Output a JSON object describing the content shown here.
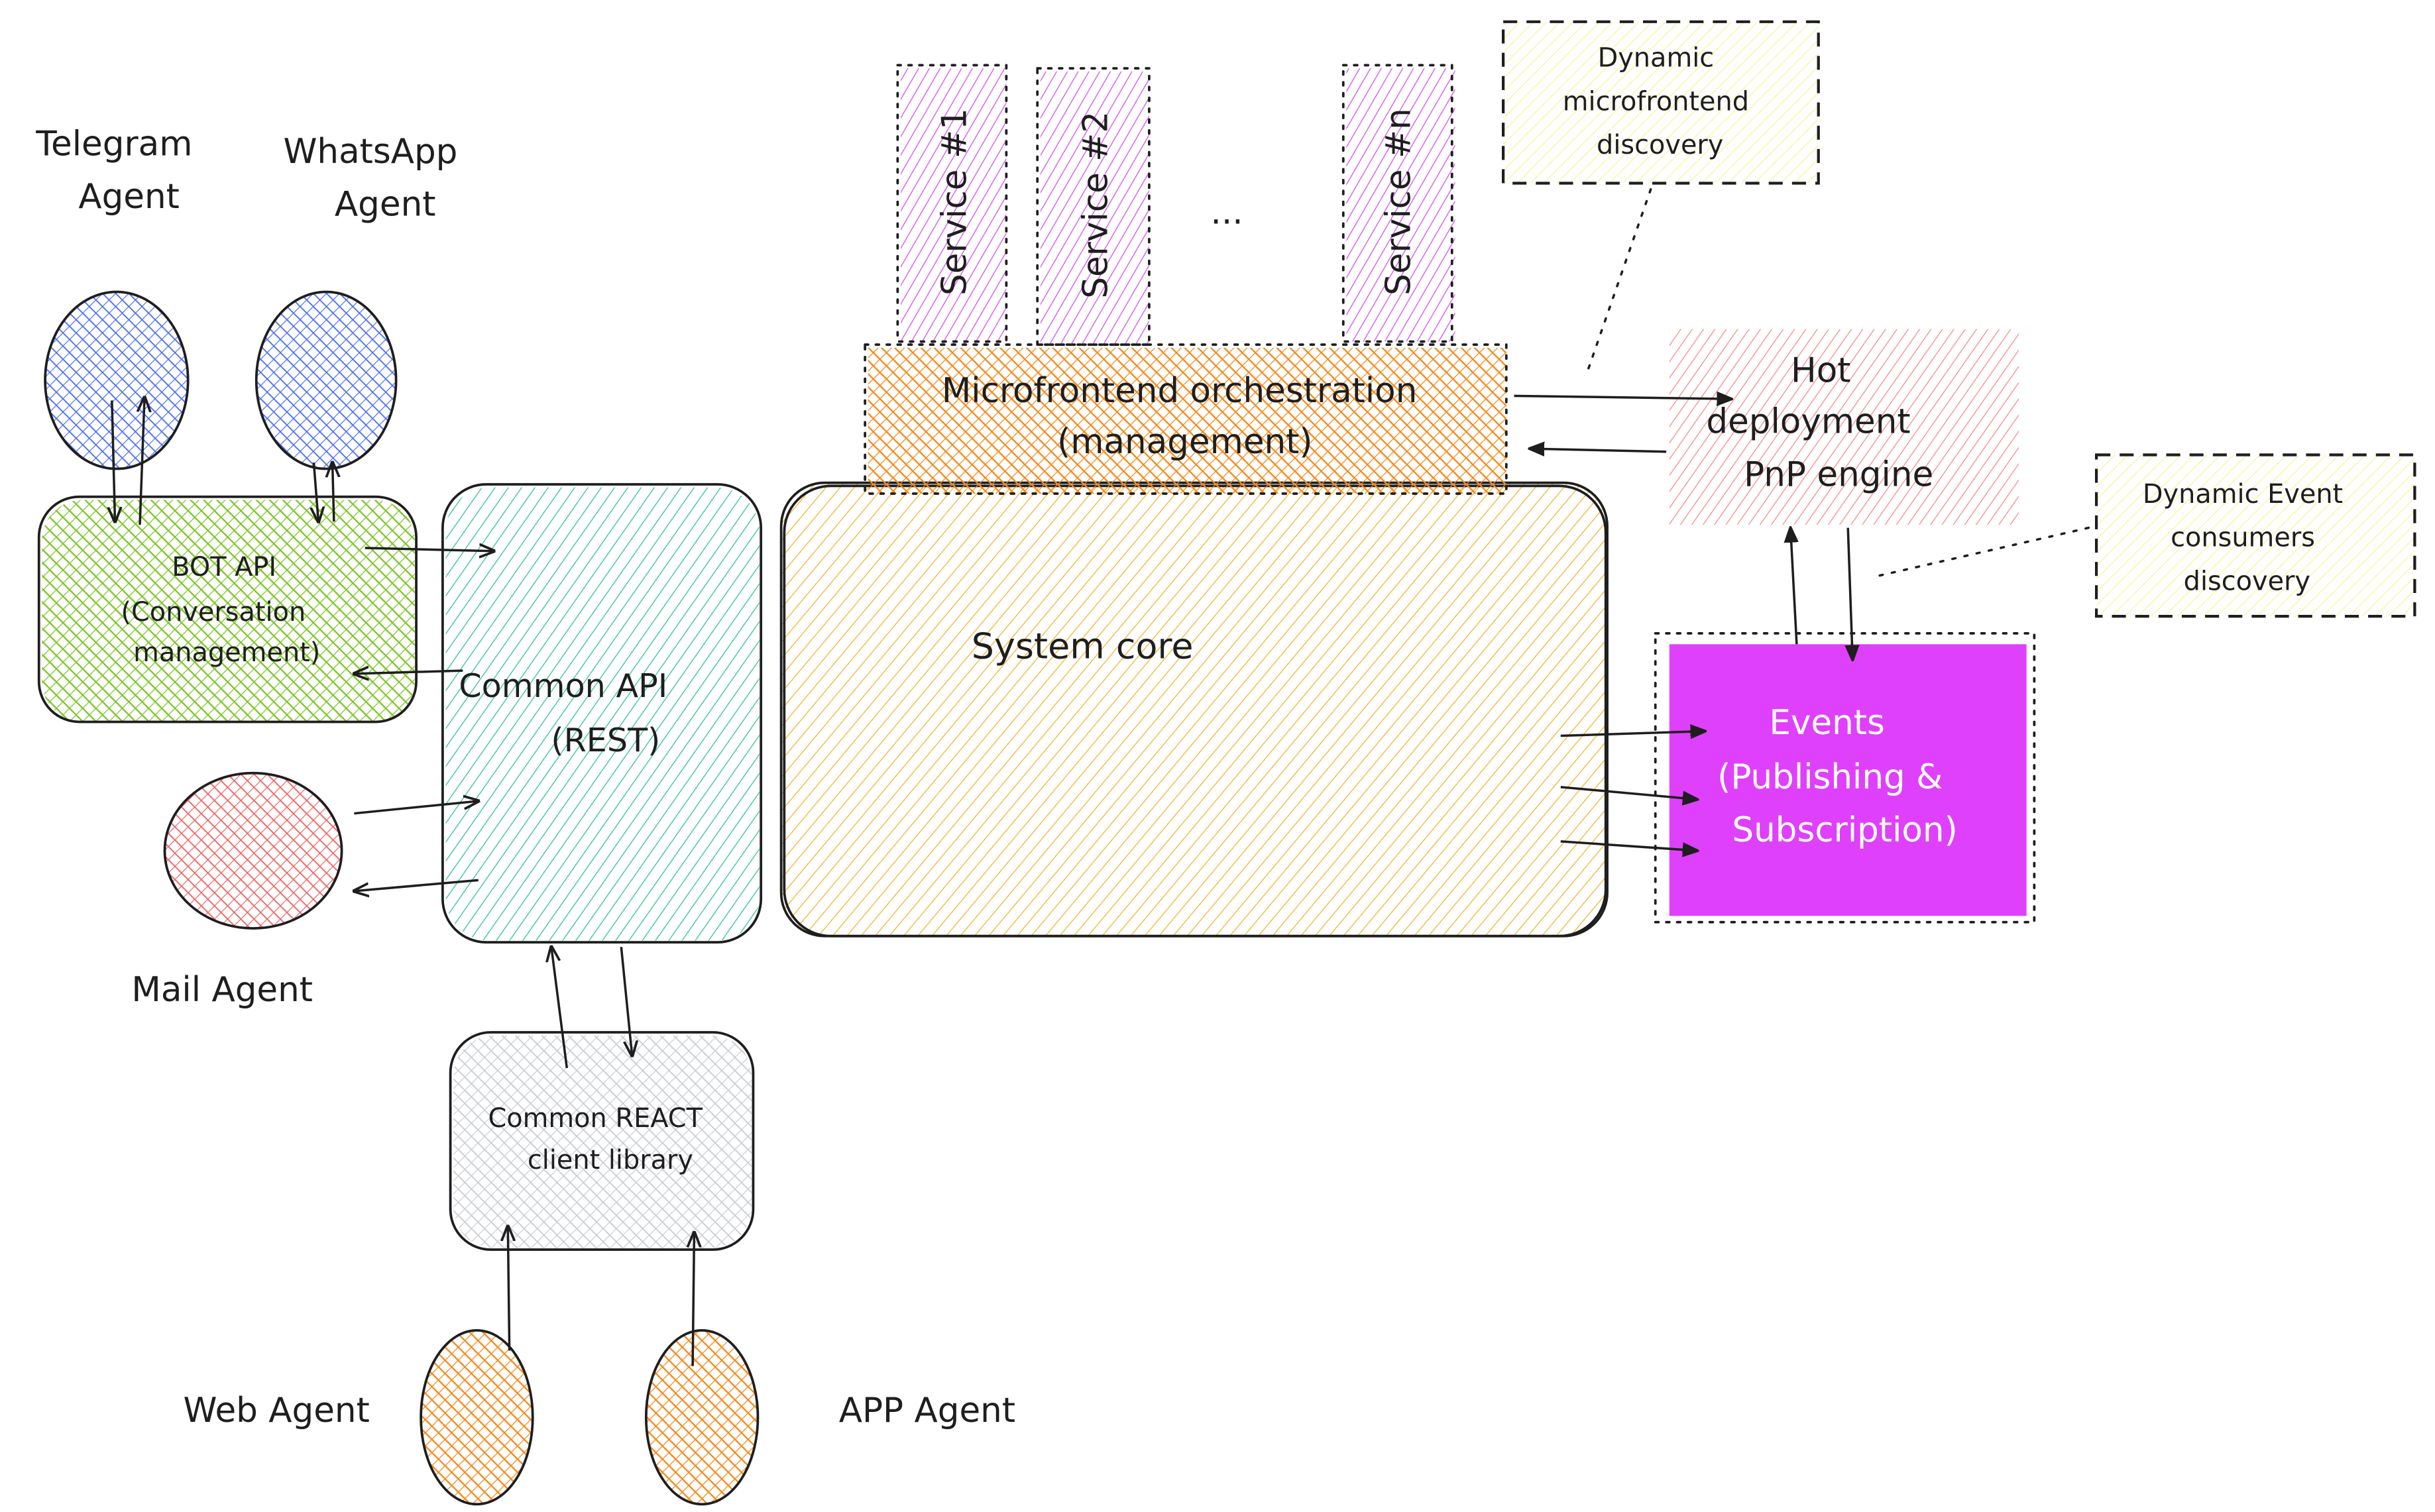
{
  "diagram": {
    "colors": {
      "agent_blue": "#4a6cf7",
      "bot_green": "#7ec629",
      "api_teal": "#2fc297",
      "mail_red": "#f06060",
      "react_gray": "#c8ccd2",
      "agent_orange": "#f7891a",
      "core_yellow": "#f3b330",
      "service_purple": "#d75cf2",
      "orchestration_orange": "#f7891a",
      "hot_deploy_red": "#f58b8b",
      "events_magenta": "#df40fb",
      "note_yellow": "#f7f59c",
      "stroke": "#1e1e1e"
    },
    "agents": {
      "telegram": {
        "label_lines": [
          "Telegram",
          "Agent"
        ]
      },
      "whatsapp": {
        "label_lines": [
          "WhatsApp",
          "Agent"
        ]
      },
      "mail": {
        "label": "Mail Agent"
      },
      "web": {
        "label": "Web Agent"
      },
      "app": {
        "label": "APP Agent"
      }
    },
    "boxes": {
      "bot_api": {
        "lines": [
          "BOT API",
          "(Conversation",
          "management)"
        ]
      },
      "common_api": {
        "lines": [
          "Common API",
          "(REST)"
        ]
      },
      "react_lib": {
        "lines": [
          "Common REACT",
          "client library"
        ]
      },
      "system_core": {
        "label": "System core"
      },
      "orchestration": {
        "lines": [
          "Microfrontend orchestration",
          "(management)"
        ]
      },
      "hot_deploy": {
        "lines": [
          "Hot",
          "deployment",
          "PnP engine"
        ]
      },
      "events": {
        "lines": [
          "Events",
          "(Publishing &",
          "Subscription)"
        ]
      }
    },
    "services": [
      {
        "label": "Service #1"
      },
      {
        "label": "Service #2"
      },
      {
        "label": "Service #n"
      }
    ],
    "ellipsis": "...",
    "notes": {
      "microfrontend_discovery": {
        "lines": [
          "Dynamic",
          "microfrontend",
          "discovery"
        ]
      },
      "event_discovery": {
        "lines": [
          "Dynamic Event",
          "consumers",
          "discovery"
        ]
      }
    }
  }
}
